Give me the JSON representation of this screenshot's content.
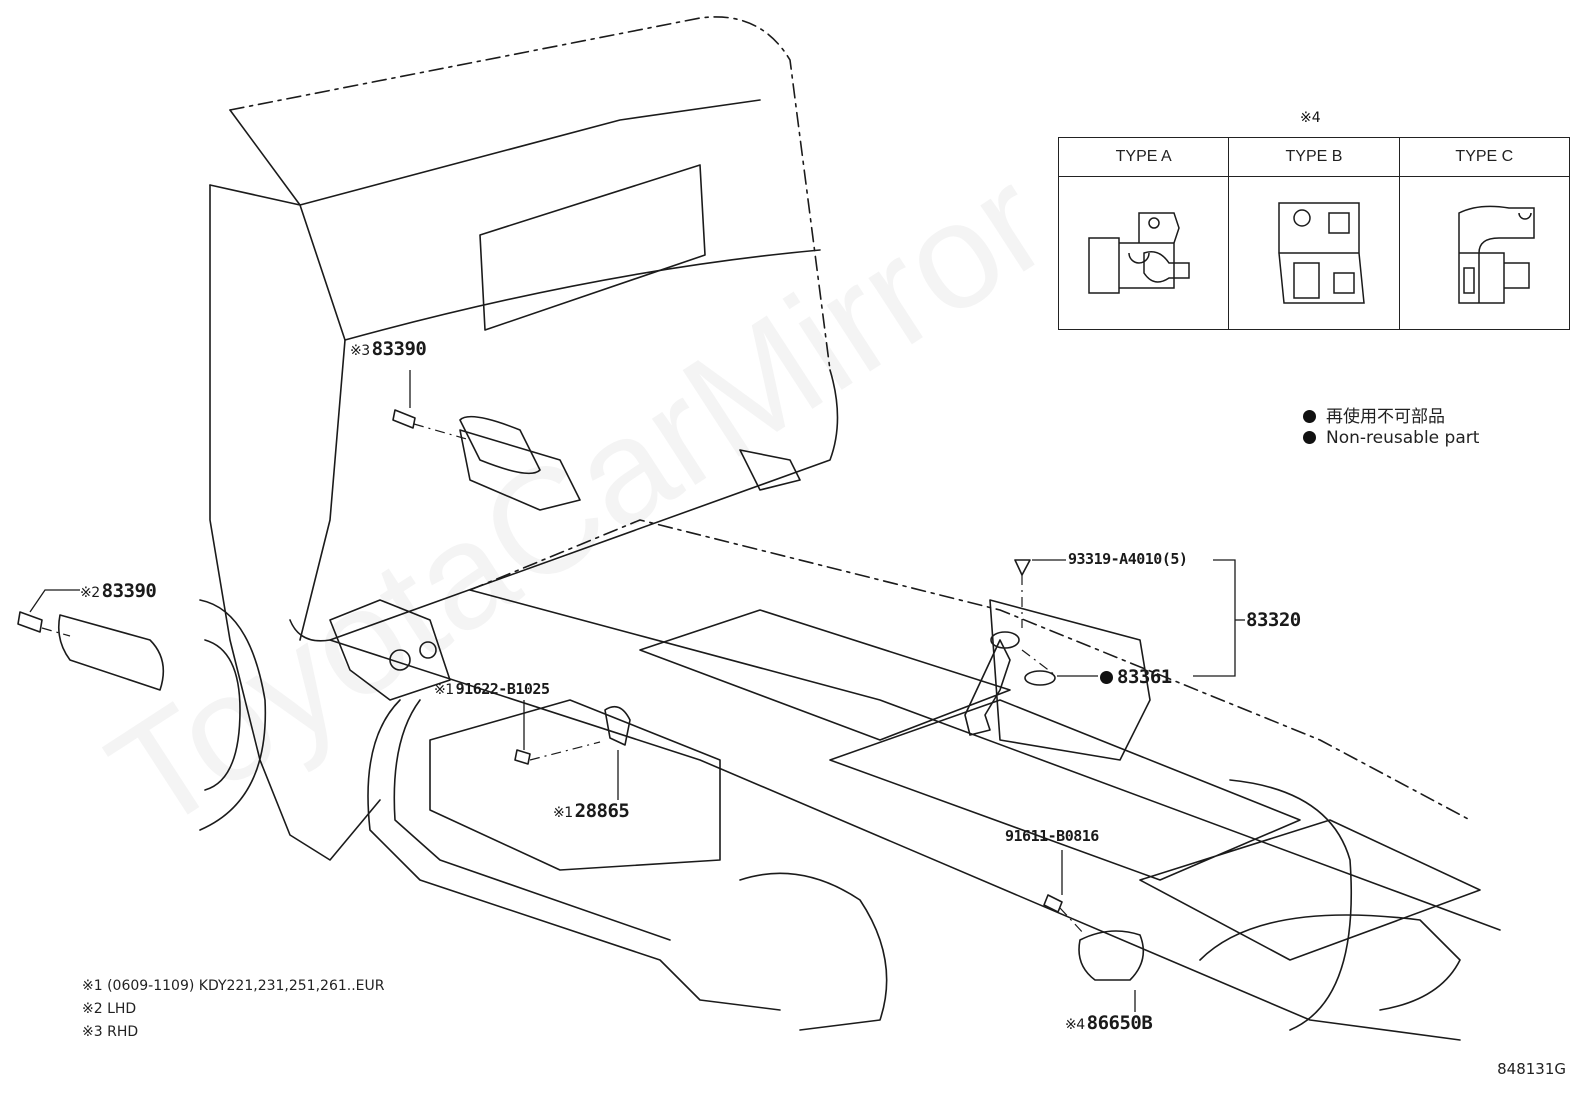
{
  "types": {
    "note_mark": "※4",
    "columns": [
      {
        "label": "TYPE A",
        "icon": "switch-type-a-icon"
      },
      {
        "label": "TYPE B",
        "icon": "switch-type-b-icon"
      },
      {
        "label": "TYPE C",
        "icon": "switch-type-c-icon"
      }
    ]
  },
  "legend": {
    "line_jp": "再使用不可部品",
    "line_en": "Non-reusable part"
  },
  "parts": {
    "p83390_rhd": {
      "mark": "※3",
      "number": "83390"
    },
    "p83390_lhd": {
      "mark": "※2",
      "number": "83390"
    },
    "p91622": {
      "mark": "※1",
      "number": "91622-B1025"
    },
    "p28865": {
      "mark": "※1",
      "number": "28865"
    },
    "p93319": {
      "number": "93319-A4010(5)"
    },
    "p83320": {
      "number": "83320"
    },
    "p83361": {
      "number": "83361"
    },
    "p91611": {
      "number": "91611-B0816"
    },
    "p86650B": {
      "mark": "※4",
      "number": "86650B"
    }
  },
  "footnotes": [
    "※1 (0609-1109) KDY221,231,251,261..EUR",
    "※2 LHD",
    "※3 RHD"
  ],
  "drawing_code": "848131G",
  "watermark": "ToyotaCarMirror"
}
